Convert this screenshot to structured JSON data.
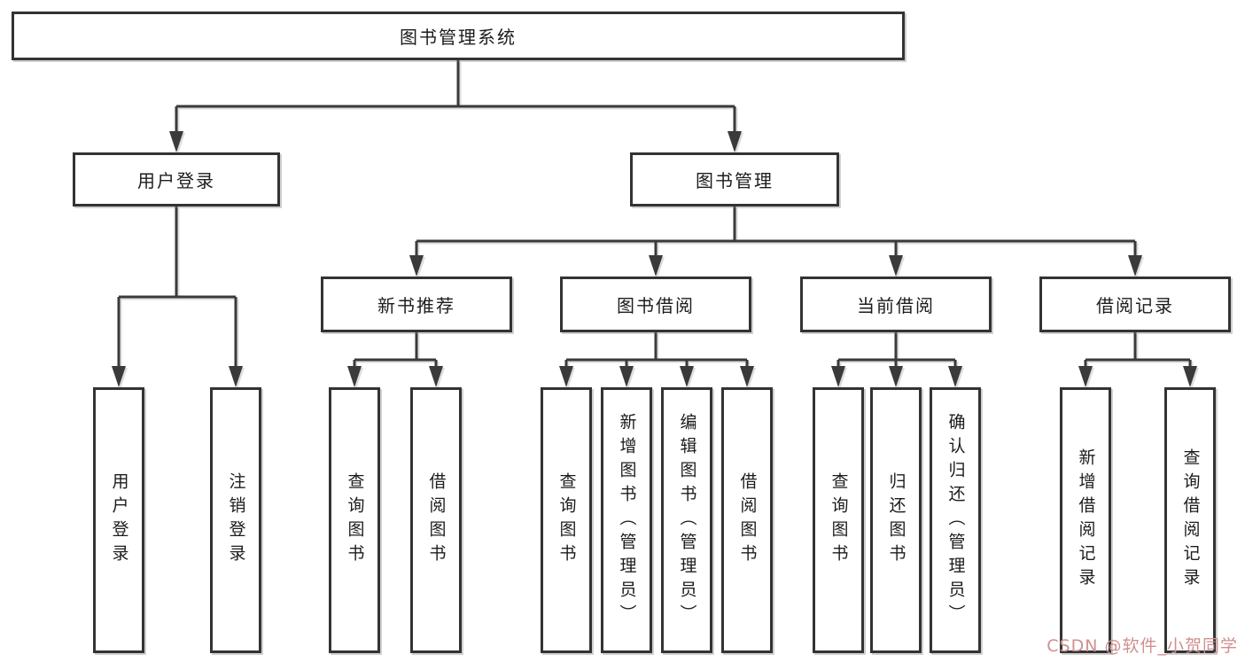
{
  "title": {
    "label": "图书管理系统"
  },
  "level2": [
    {
      "label": "用户登录"
    },
    {
      "label": "图书管理"
    }
  ],
  "level3": [
    {
      "label": "新书推荐"
    },
    {
      "label": "图书借阅"
    },
    {
      "label": "当前借阅"
    },
    {
      "label": "借阅记录"
    }
  ],
  "leaves": [
    {
      "label": "用户登录"
    },
    {
      "label": "注销登录"
    },
    {
      "label": "查询图书"
    },
    {
      "label": "借阅图书"
    },
    {
      "label": "查询图书"
    },
    {
      "label": "新增图书（管理员）"
    },
    {
      "label": "编辑图书（管理员）"
    },
    {
      "label": "借阅图书"
    },
    {
      "label": "查询图书"
    },
    {
      "label": "归还图书"
    },
    {
      "label": "确认归还（管理员）"
    },
    {
      "label": "新增借阅记录"
    },
    {
      "label": "查询借阅记录"
    }
  ],
  "watermark": {
    "text": "CSDN @软件_小贺同学"
  },
  "colors": {
    "line": "#3a3a3a",
    "border": "#333333",
    "fill": "#ffffff",
    "watermark": "#d08f8f"
  }
}
